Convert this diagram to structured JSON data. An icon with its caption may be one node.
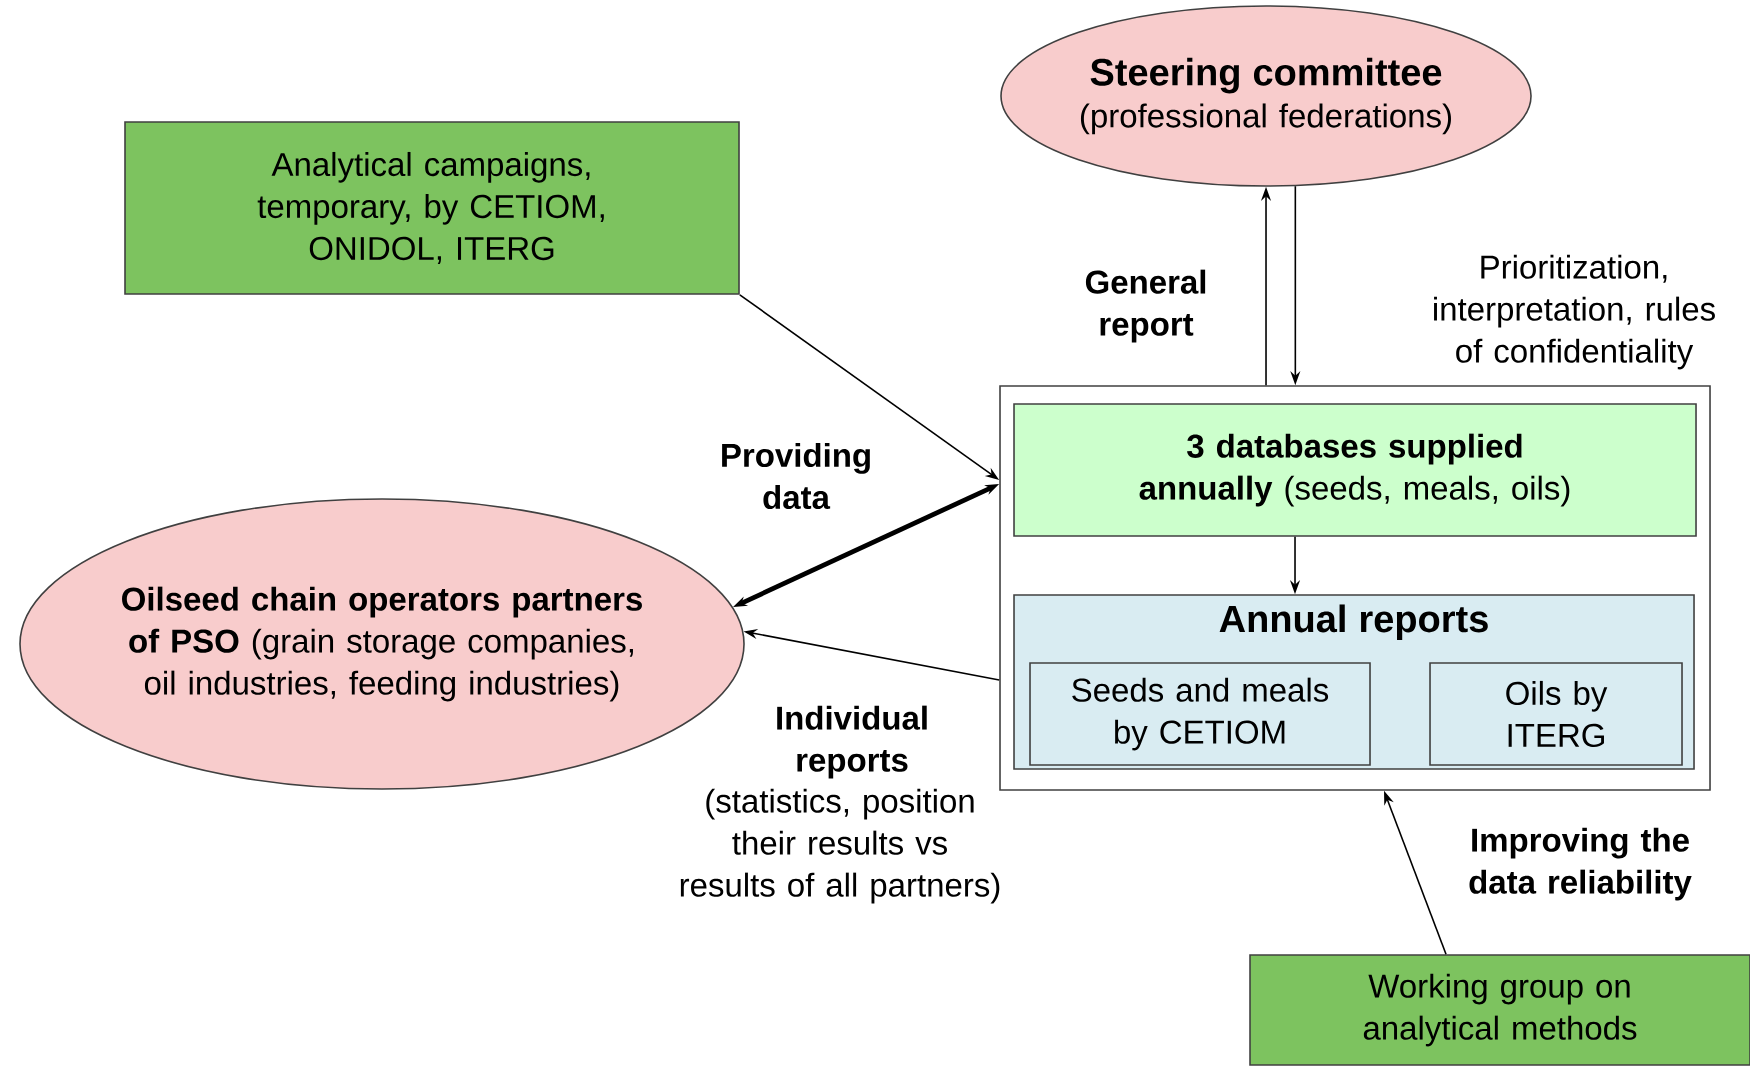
{
  "diagram": {
    "nodes": [
      {
        "text": [
          "Analytical campaigns, temporary, by CETIOM, ONIDOL, ITERG"
        ]
      },
      {
        "text": [
          "Steering committee",
          "(professional federations)"
        ]
      },
      {
        "text": [],
        "shape": "box"
      },
      {
        "text": [
          "**3 databases supplied annually** (seeds, meals, oils)"
        ],
        "in": 2
      },
      {
        "text": [
          "Annual reports"
        ],
        "in": 2
      },
      {
        "text": [
          "Seeds and meals by CETIOM"
        ],
        "in": 4
      },
      {
        "text": [
          "Oils by ITERG"
        ],
        "in": 4
      },
      {
        "text": [
          "**Oilseed chain operators partners of PSO** (grain storage companies, oil industries, feeding industries)"
        ]
      },
      {
        "text": [
          "Working group on analytical methods"
        ]
      }
    ],
    "edges": [
      {
        "from": 0,
        "to": 2,
        "arrow": "to"
      },
      {
        "from": 7,
        "to": 2,
        "arrow": "both",
        "style": "thick",
        "label": "Providing data"
      },
      {
        "from": 2,
        "to": 7,
        "arrow": "to",
        "label": "Individual reports"
      },
      {
        "from": 2,
        "to": 1,
        "arrow": "to",
        "label": "General report"
      },
      {
        "from": 1,
        "to": 2,
        "arrow": "to",
        "label": "Prioritization, interpretation, rules of confidentiality"
      },
      {
        "from": 3,
        "to": 4,
        "arrow": "to"
      },
      {
        "from": 8,
        "to": 2,
        "arrow": "to",
        "label": "Improving the data reliability"
      }
    ],
    "labels": [
      "(statistics, position their results vs results of all partners)"
    ]
  }
}
